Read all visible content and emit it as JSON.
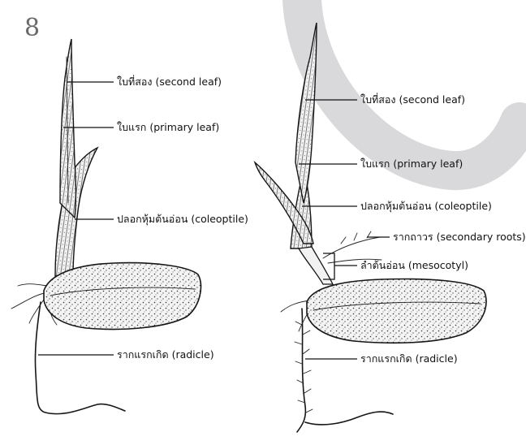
{
  "corner_mark": "8",
  "left_seedling": {
    "labels": {
      "second_leaf": "ใบที่สอง (second leaf)",
      "primary_leaf": "ใบแรก (primary leaf)",
      "coleoptile": "ปลอกหุ้มต้นอ่อน (coleoptile)",
      "radicle": "รากแรกเกิด (radicle)"
    }
  },
  "right_seedling": {
    "labels": {
      "second_leaf": "ใบที่สอง (second leaf)",
      "primary_leaf": "ใบแรก (primary leaf)",
      "coleoptile": "ปลอกหุ้มต้นอ่อน (coleoptile)",
      "secondary_roots": "รากถาวร (secondary roots)",
      "mesocotyl": "ลำต้นอ่อน (mesocotyl)",
      "radicle": "รากแรกเกิด (radicle)"
    }
  },
  "colors": {
    "ink": "#161616",
    "background": "#ffffff",
    "decorative_arc": "#d9d9dc"
  }
}
